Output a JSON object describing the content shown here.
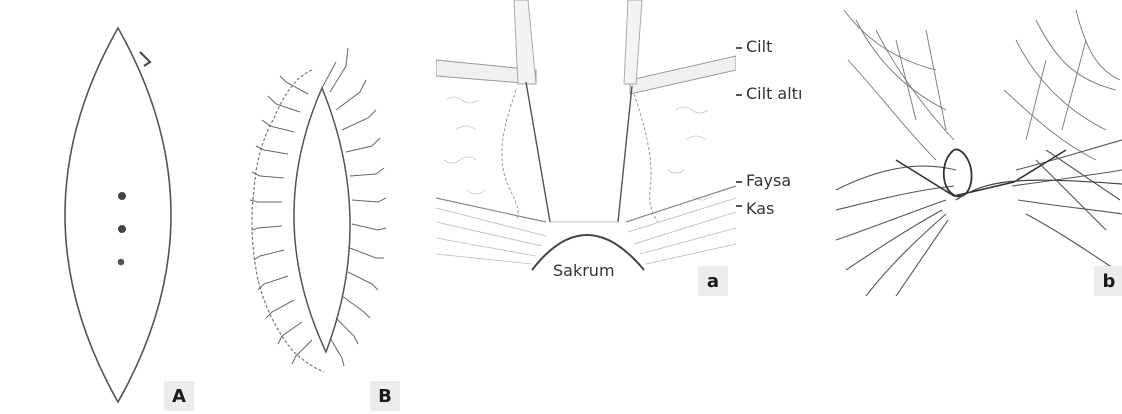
{
  "panels": {
    "A": {
      "tag": "A"
    },
    "B": {
      "tag": "B"
    },
    "a": {
      "tag": "a",
      "labels": {
        "cilt": "Cilt",
        "cilt_alti": "Cilt altı",
        "faysa": "Faysa",
        "kas": "Kas",
        "sakrum": "Sakrum"
      }
    },
    "b": {
      "tag": "b"
    }
  }
}
